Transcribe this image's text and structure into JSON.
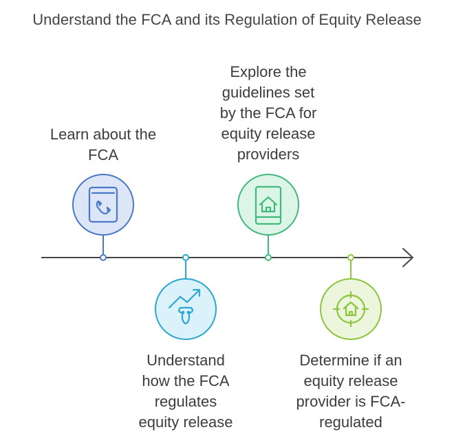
{
  "title": "Understand the FCA and its Regulation of Equity Release",
  "steps": [
    {
      "label": "Learn about the\nFCA",
      "icon": "phone-book-icon",
      "color": "#4a78c8",
      "fill": "#dce6f7"
    },
    {
      "label": "Understand\nhow the FCA\nregulates\nequity release",
      "icon": "bull-market-icon",
      "color": "#2aa7d0",
      "fill": "#dcf2fa"
    },
    {
      "label": "Explore the\nguidelines set\nby the FCA for\nequity release\nproviders",
      "icon": "house-document-icon",
      "color": "#3fba7a",
      "fill": "#dcf5e7"
    },
    {
      "label": "Determine if an\nequity release\nprovider is FCA-\nregulated",
      "icon": "house-target-icon",
      "color": "#8cc43c",
      "fill": "#ecf6dc"
    }
  ],
  "timeline_color": "#444444"
}
